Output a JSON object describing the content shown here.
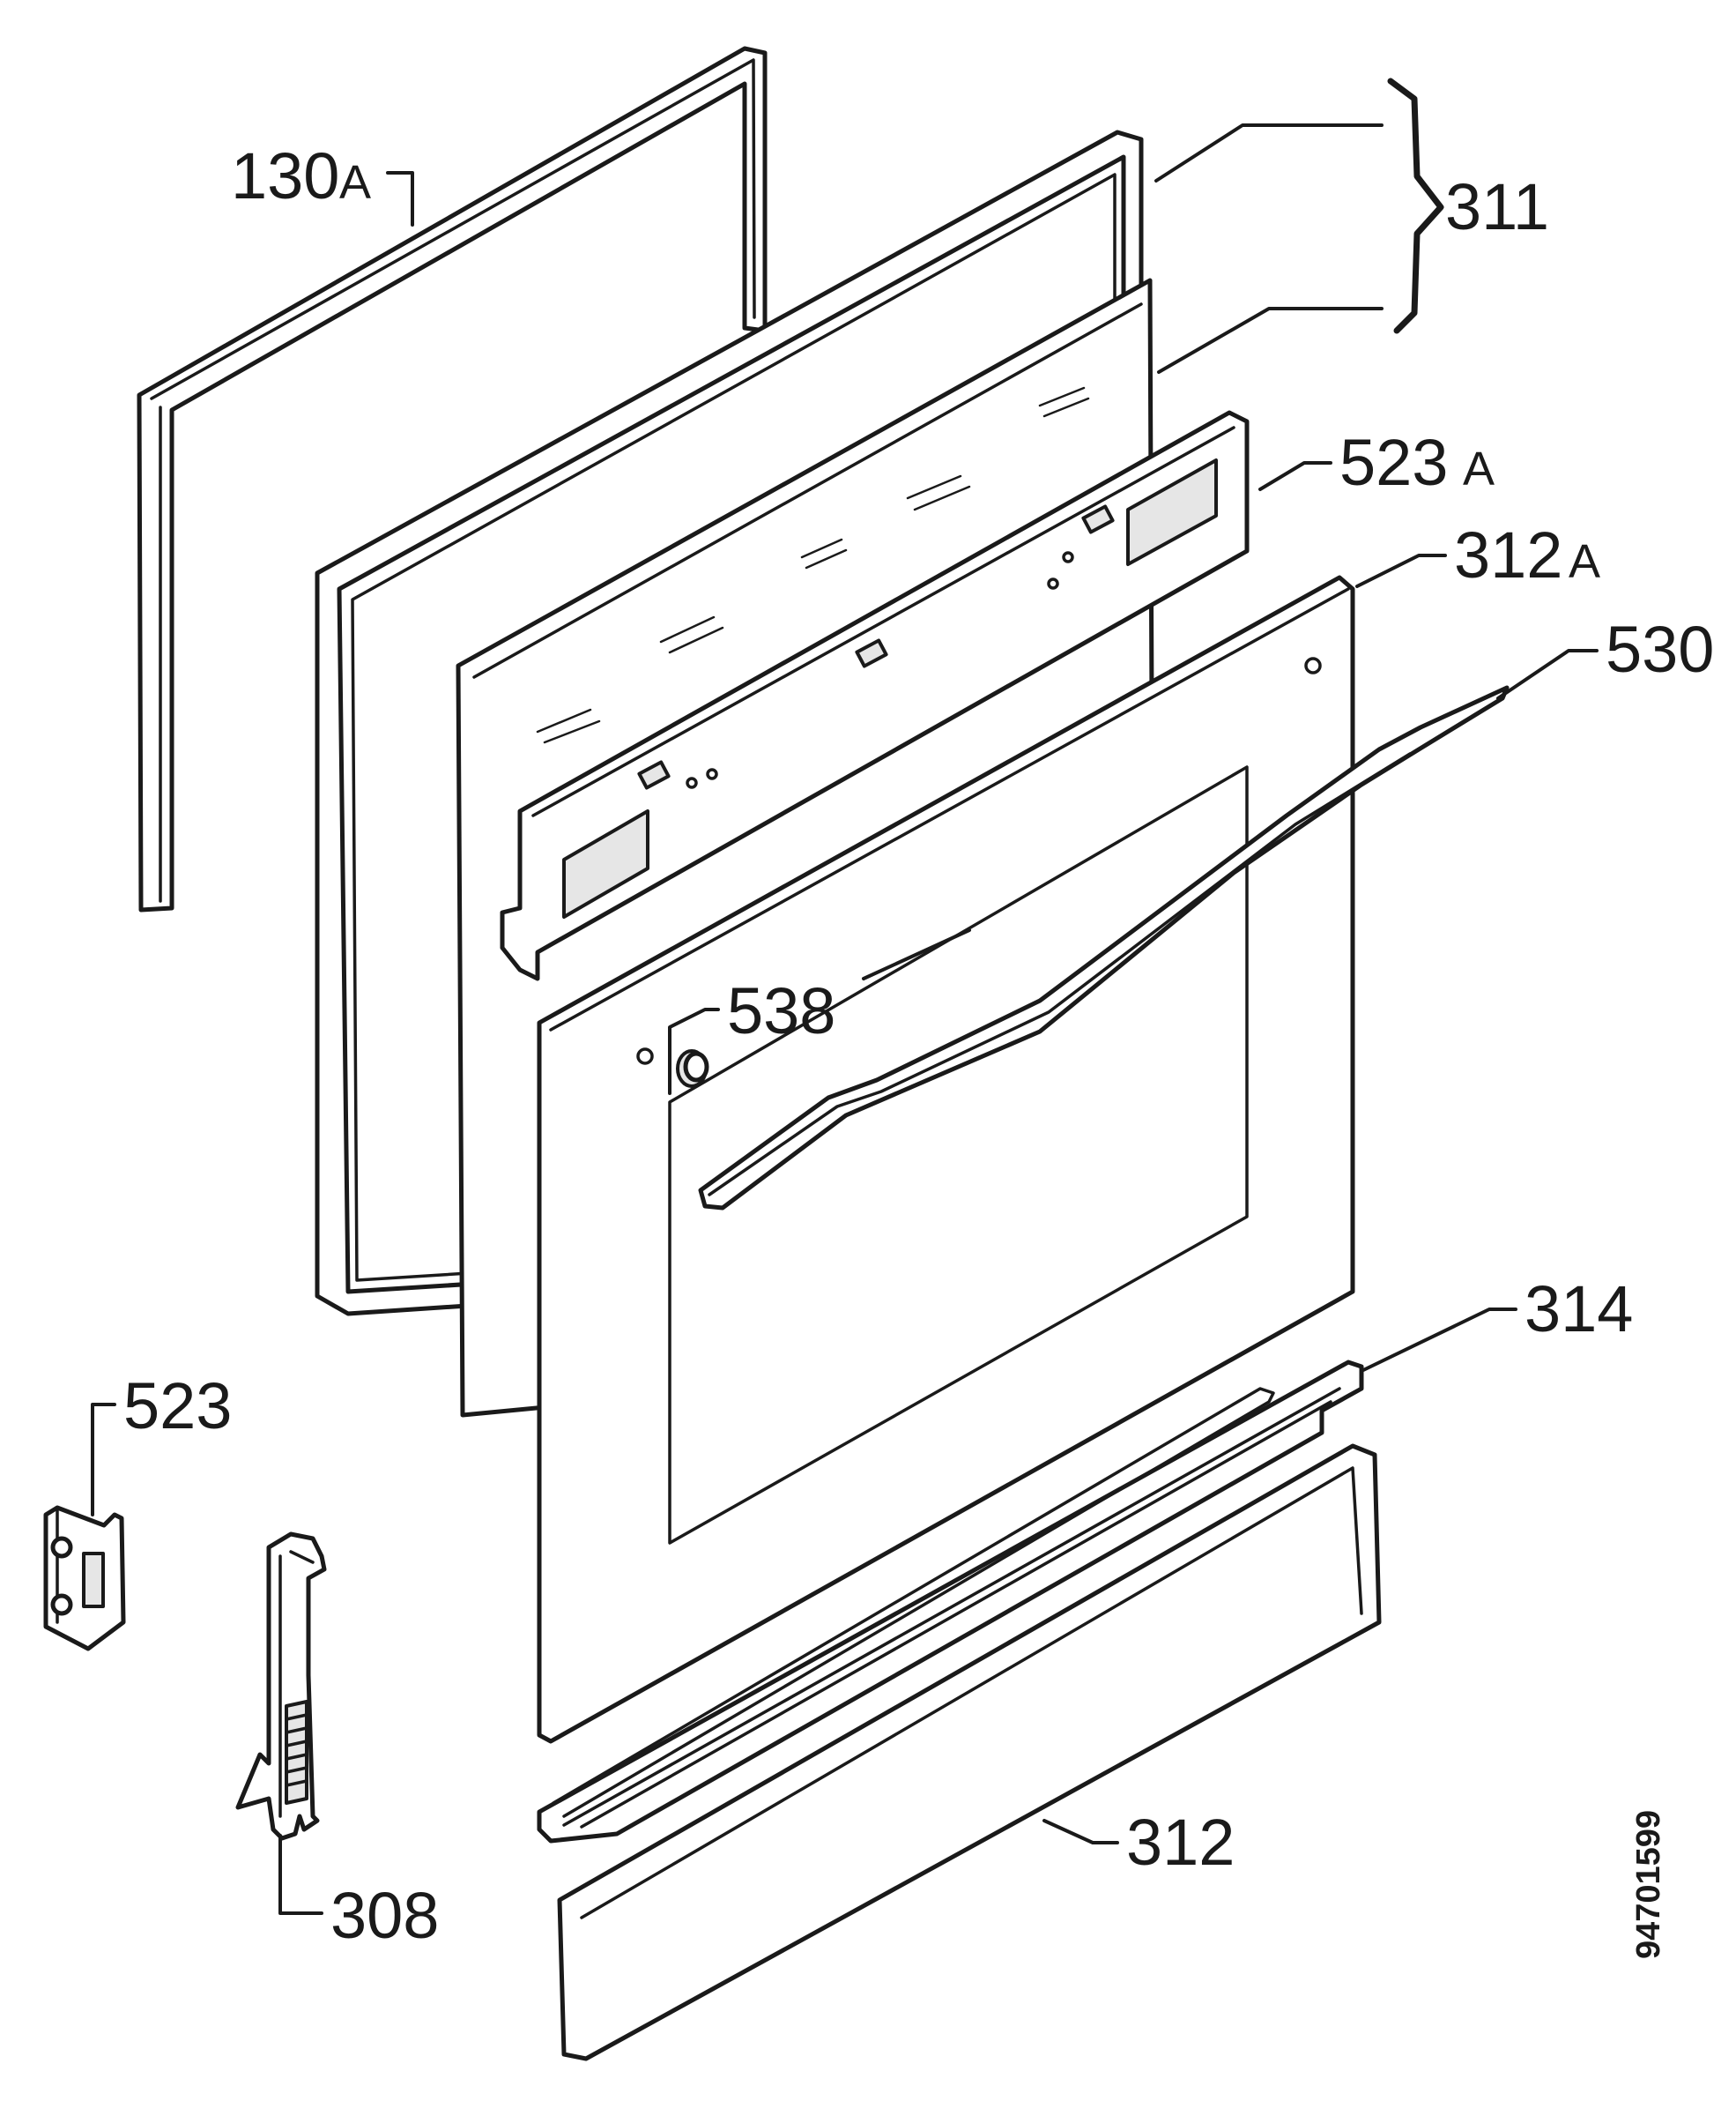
{
  "diagram": {
    "labels": [
      {
        "id": "130A",
        "number": "130",
        "suffix": "A"
      },
      {
        "id": "311",
        "number": "311",
        "suffix": ""
      },
      {
        "id": "523A",
        "number": "523",
        "suffix": "A"
      },
      {
        "id": "312A",
        "number": "312",
        "suffix": "A"
      },
      {
        "id": "530",
        "number": "530",
        "suffix": ""
      },
      {
        "id": "538",
        "number": "538",
        "suffix": ""
      },
      {
        "id": "314",
        "number": "314",
        "suffix": ""
      },
      {
        "id": "523",
        "number": "523",
        "suffix": ""
      },
      {
        "id": "312",
        "number": "312",
        "suffix": ""
      },
      {
        "id": "308",
        "number": "308",
        "suffix": ""
      }
    ],
    "document_id": "94701599"
  }
}
